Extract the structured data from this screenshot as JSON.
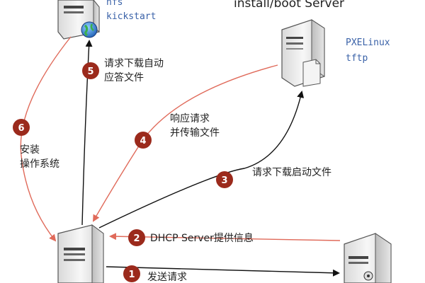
{
  "title": "install/boot Server",
  "servers": {
    "nfs_services": [
      "nfs",
      "kickstart"
    ],
    "pxe_services": [
      "PXELinux",
      "tftp"
    ]
  },
  "steps": [
    {
      "number": "1",
      "label_lines": [
        "发送请求"
      ]
    },
    {
      "number": "2",
      "label_lines": [
        "DHCP Server提供信息"
      ]
    },
    {
      "number": "3",
      "label_lines": [
        "请求下载启动文件"
      ]
    },
    {
      "number": "4",
      "label_lines": [
        "响应请求",
        "并传输文件"
      ]
    },
    {
      "number": "5",
      "label_lines": [
        "请求下载自动",
        "应答文件"
      ]
    },
    {
      "number": "6",
      "label_lines": [
        "安装",
        "操作系统"
      ]
    }
  ],
  "colors": {
    "step_badge": "#9b2a1c",
    "red_arrow": "#e06a5a",
    "black_arrow": "#111111",
    "service_text": "#3a62a8"
  },
  "icons": [
    "globe-icon",
    "disc-icon"
  ]
}
